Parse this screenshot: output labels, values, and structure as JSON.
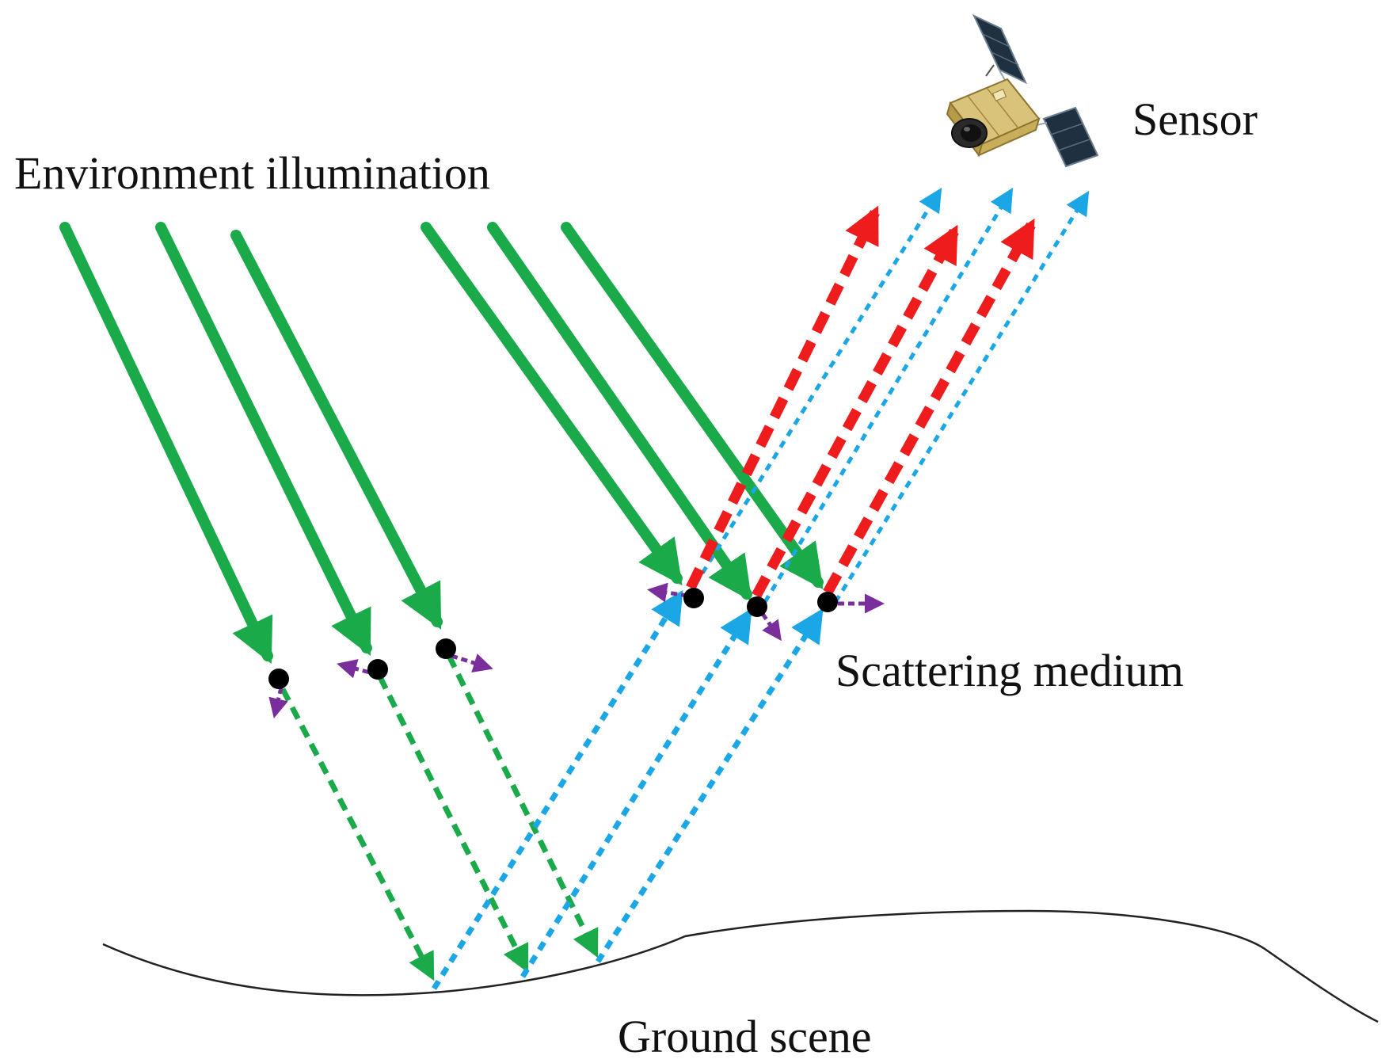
{
  "labels": {
    "environment_illumination": "Environment illumination",
    "sensor": "Sensor",
    "scattering_medium": "Scattering medium",
    "ground_scene": "Ground scene"
  },
  "colors": {
    "illumination": "#1aaa4a",
    "ground_bound": "#1aaa4a",
    "ground_reflected": "#1ba7e6",
    "path_radiance": "#ee1c1c",
    "scattered": "#7a2e9c",
    "particle": "#000000",
    "ground_line": "#222222"
  },
  "icons": {
    "satellite": "satellite-icon"
  }
}
